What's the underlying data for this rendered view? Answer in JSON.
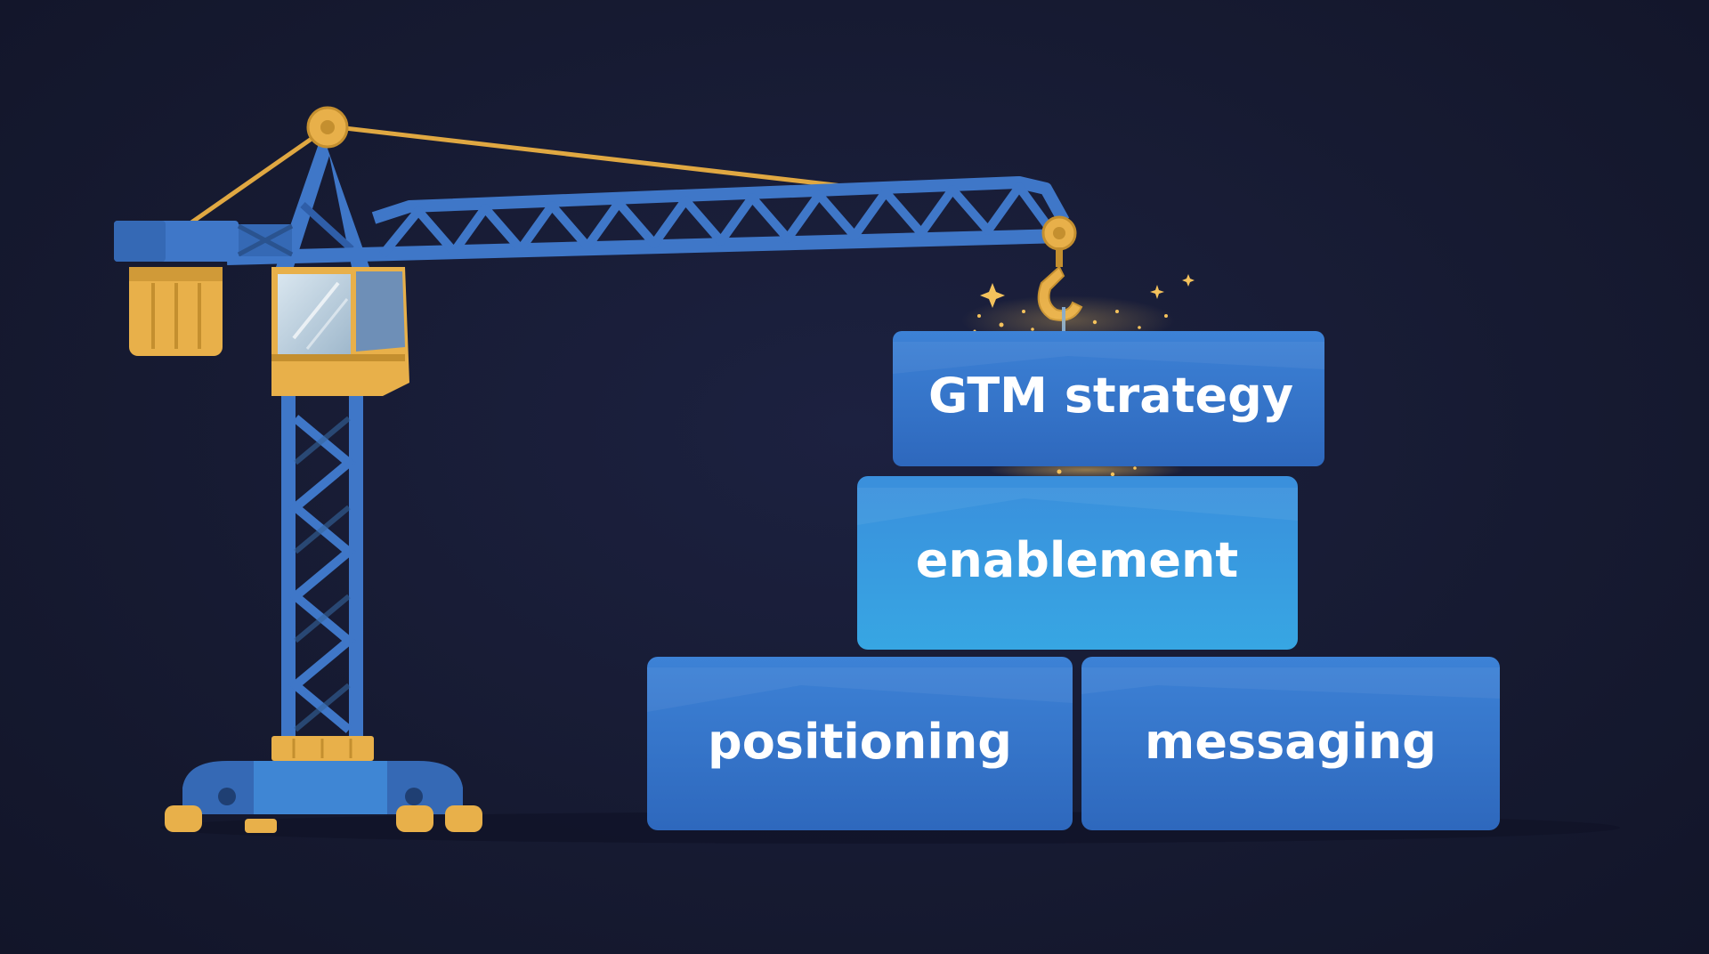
{
  "blocks": {
    "top": {
      "label": "GTM strategy"
    },
    "middle": {
      "label": "enablement"
    },
    "bottom_left": {
      "label": "positioning"
    },
    "bottom_right": {
      "label": "messaging"
    }
  },
  "icons": [
    "crane-icon",
    "hook-icon",
    "sparkle-icon"
  ],
  "colors": {
    "background": "#171b33",
    "crane_blue": "#3f77c8",
    "crane_dark_blue": "#2f5ea8",
    "accent_gold": "#e8b04a",
    "block_blue": "#3577cc",
    "block_light_blue": "#3aa4e0",
    "text": "#ffffff"
  }
}
